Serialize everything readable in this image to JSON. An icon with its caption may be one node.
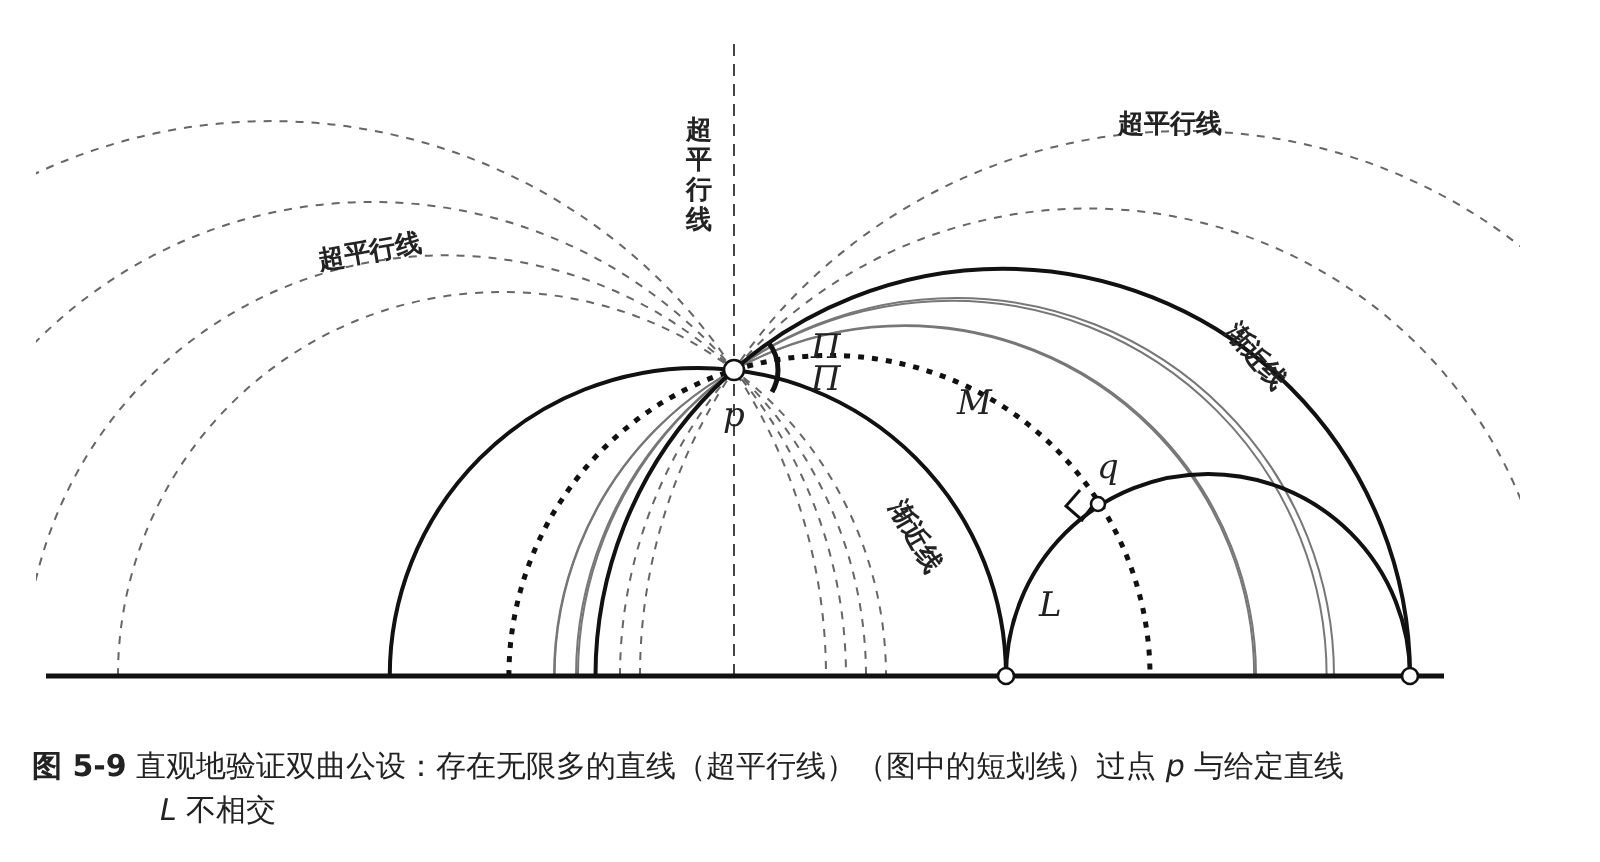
{
  "diagram": {
    "caption": "**图 5-9** 直观地验证双曲公设：存在无限多的直线（超平行线）（图中的短划线）过点 *p* 与给定直线 *L* 不相交",
    "labels": [
      "超平行线",
      "超平行线",
      "超平行线",
      "Π",
      "渐近线",
      "Π",
      "p",
      "M",
      "q",
      "渐近线",
      "L"
    ]
  }
}
